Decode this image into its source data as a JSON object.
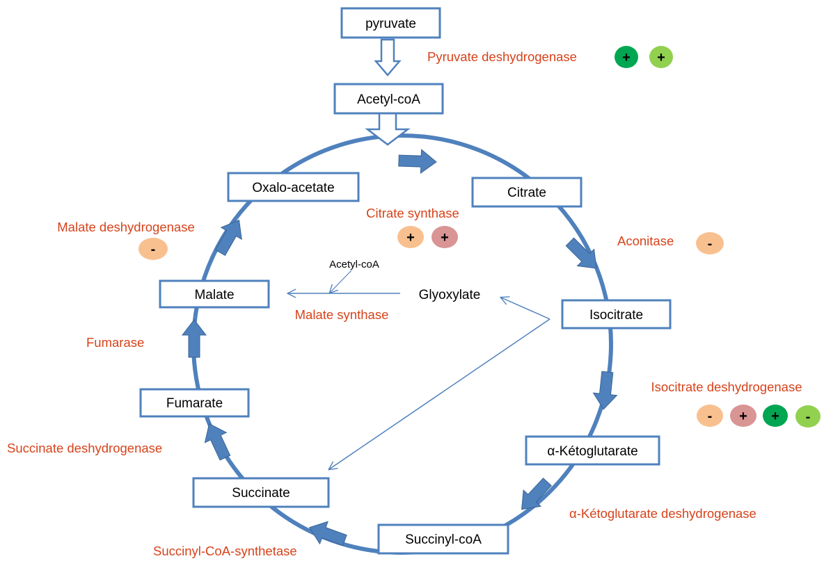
{
  "colors": {
    "cycle_stroke": "#4f81bd",
    "arrow_fill": "#4f81bd",
    "box_stroke": "#4f81bd",
    "enzyme_text": "#d7431b",
    "badge_orange": "#f9c08f",
    "badge_rose": "#d99494",
    "badge_dark_green": "#00a651",
    "badge_light_green": "#92d050"
  },
  "nodes": {
    "pyruvate": "pyruvate",
    "acetyl_coa": "Acetyl-coA",
    "citrate": "Citrate",
    "isocitrate": "Isocitrate",
    "ketoglutarate": "α-Kétoglutarate",
    "succinyl_coa": "Succinyl-coA",
    "succinate": "Succinate",
    "fumarate": "Fumarate",
    "malate": "Malate",
    "oxaloacetate": "Oxalo-acetate"
  },
  "enzymes": {
    "pyruvate_dh": "Pyruvate deshydrogenase",
    "citrate_synthase": "Citrate synthase",
    "aconitase": "Aconitase",
    "isocitrate_dh": "Isocitrate deshydrogenase",
    "ketoglutarate_dh": "α-Kétoglutarate deshydrogenase",
    "succinyl_coa_synthetase": "Succinyl-CoA-synthetase",
    "succinate_dh": "Succinate deshydrogenase",
    "fumarase": "Fumarase",
    "malate_dh": "Malate deshydrogenase"
  },
  "glyoxylate_shunt": {
    "glyoxylate": "Glyoxylate",
    "acetyl_coa": "Acetyl-coA",
    "malate_synthase": "Malate synthase"
  },
  "badges": {
    "pyruvate_dh": [
      {
        "sign": "+",
        "color": "dark_green"
      },
      {
        "sign": "+",
        "color": "light_green"
      }
    ],
    "citrate_synthase": [
      {
        "sign": "+",
        "color": "orange"
      },
      {
        "sign": "+",
        "color": "rose"
      }
    ],
    "aconitase": [
      {
        "sign": "-",
        "color": "orange"
      }
    ],
    "malate_dh": [
      {
        "sign": "-",
        "color": "orange"
      }
    ],
    "isocitrate_dh": [
      {
        "sign": "-",
        "color": "orange"
      },
      {
        "sign": "+",
        "color": "rose"
      },
      {
        "sign": "+",
        "color": "dark_green"
      },
      {
        "sign": "-",
        "color": "light_green"
      }
    ]
  }
}
